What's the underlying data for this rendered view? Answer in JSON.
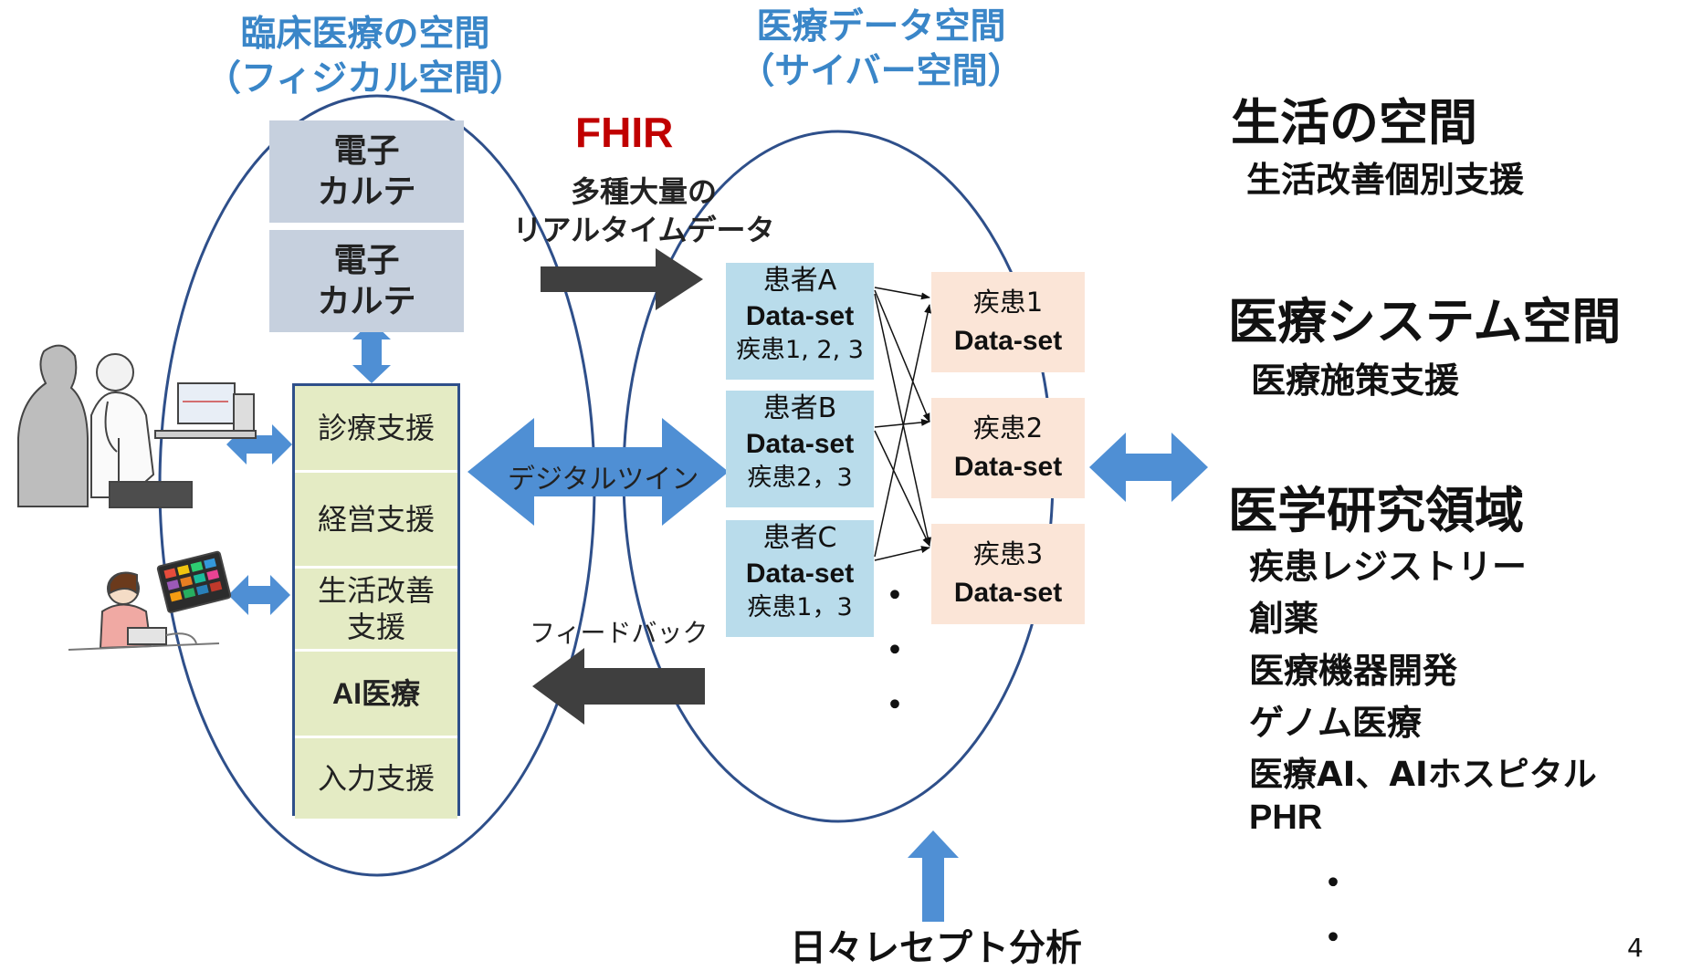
{
  "left_title": "臨床医療の空間\n（フィジカル空間）",
  "middle_title": "医療データ空間\n（サイバー空間）",
  "fhir": "FHIR",
  "realtime_label": "多種大量の\nリアルタイムデータ",
  "ehr_boxes": [
    "電子\nカルテ",
    "電子\nカルテ"
  ],
  "functions": [
    "診療支援",
    "経営支援",
    "生活改善\n支援",
    "AI医療",
    "入力支援"
  ],
  "digital_twin": "デジタルツイン",
  "feedback": "フィードバック",
  "patients": [
    {
      "name": "患者A",
      "dataset": "Data-set",
      "diseases": "疾患1, 2, 3"
    },
    {
      "name": "患者B",
      "dataset": "Data-set",
      "diseases": "疾患2，3"
    },
    {
      "name": "患者C",
      "dataset": "Data-set",
      "diseases": "疾患1，3"
    }
  ],
  "disease_sets": [
    {
      "name": "疾患1",
      "dataset": "Data-set"
    },
    {
      "name": "疾患2",
      "dataset": "Data-set"
    },
    {
      "name": "疾患3",
      "dataset": "Data-set"
    }
  ],
  "ellipsis_dots": [
    "・",
    "・",
    "・"
  ],
  "receipt": "日々レセプト分析",
  "right": {
    "life_heading": "生活の空間",
    "life_sub": "生活改善個別支援",
    "system_heading": "医療システム空間",
    "system_sub": "医療施策支援",
    "research_heading": "医学研究領域",
    "research_items": [
      "疾患レジストリー",
      "創薬",
      "医療機器開発",
      "ゲノム医療",
      "医療AI、AIホスピタル",
      "PHR"
    ],
    "research_dots": [
      "・",
      "・"
    ]
  },
  "page_number": "4",
  "colors": {
    "title_blue": "#3a86c8",
    "fhir_red": "#c00000",
    "arrow_blue": "#4f8fd4",
    "arrow_dark": "#3f3f3f"
  }
}
